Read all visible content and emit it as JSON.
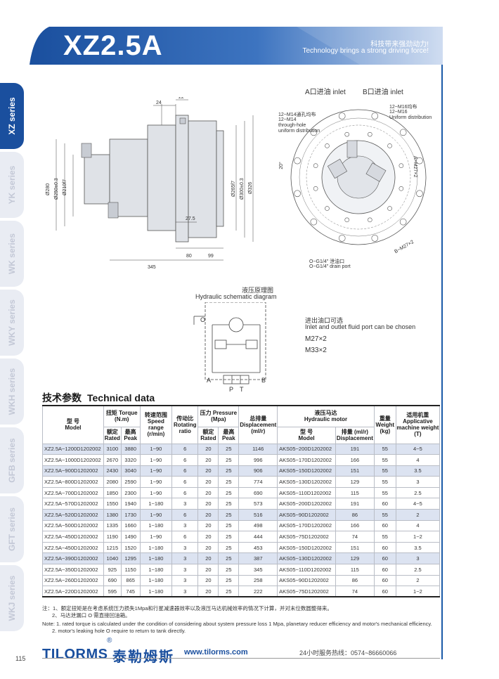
{
  "header": {
    "title": "XZ2.5A",
    "slogan_cn": "科技带来强劲动力!",
    "slogan_en": "Technology brings a strong driving force!"
  },
  "tabs": [
    {
      "label": "XZ series",
      "active": true
    },
    {
      "label": "YK series",
      "active": false
    },
    {
      "label": "WK series",
      "active": false
    },
    {
      "label": "WKY series",
      "active": false
    },
    {
      "label": "WKH series",
      "active": false
    },
    {
      "label": "GFB series",
      "active": false
    },
    {
      "label": "GFT series",
      "active": false
    },
    {
      "label": "WKJ series",
      "active": false
    }
  ],
  "side_drawing": {
    "dims": {
      "d24": "24",
      "d22": "22",
      "d280": "Ø280",
      "d250": "Ø250±0.3",
      "d210": "Ø210f7",
      "d265": "Ø265f7",
      "d300": "Ø300±0.3",
      "d326": "Ø326",
      "d27_5": "27.5",
      "d80": "80",
      "d99": "99",
      "d345": "345"
    }
  },
  "front_drawing": {
    "inlet_a": "A口进油 inlet",
    "inlet_b": "B口进油  inlet",
    "m16_cn": "12~M16均布",
    "m16_a": "12~M16",
    "m16_b": "Uniform distribution",
    "m14_cn": "12~M14通孔均布",
    "m14_a": "12~M14",
    "m14_b": "through-hole",
    "m14_c": "uniform distribution",
    "angle": "20°",
    "a_m27": "A~M27×2",
    "b_m27": "B~M27×2",
    "drain_cn": "O~G1/4\" 泄油口",
    "drain_en": "O~G1/4\" drain port"
  },
  "schematic": {
    "title_cn": "液压原理图",
    "title_en": "Hydraulic schematic diagram",
    "port_o": "O",
    "port_a": "A",
    "port_b": "B",
    "port_p": "P",
    "port_t": "T"
  },
  "ports_note": {
    "cn": "进出油口可选",
    "en": "Inlet and outlet fluid port can be chosen",
    "opt1": "M27×2",
    "opt2": "M33×2"
  },
  "technical": {
    "title_cn": "技术参数",
    "title_en": "Technical data",
    "headers": {
      "model_cn": "型  号",
      "model_en": "Model",
      "torque_cn": "扭矩 Torque",
      "torque_unit": "(N.m)",
      "rated_cn": "额定",
      "rated_en": "Rated",
      "peak_cn": "最高",
      "peak_en": "Peak",
      "speed_cn": "转速范围",
      "speed_en": "Speed range",
      "speed_unit": "(r/min)",
      "ratio_cn": "传动比",
      "ratio_en": "Rotating",
      "ratio_en2": "ratio",
      "pressure_cn": "压力 Pressure",
      "pressure_unit": "(Mpa)",
      "disp_cn": "总排量",
      "disp_en": "Displacement",
      "disp_unit": "(ml/r)",
      "motor_cn": "液压马达",
      "motor_en": "Hydraulic motor",
      "motor_model_cn": "型  号",
      "motor_model_en": "Model",
      "motor_disp_cn": "排量 (ml/r)",
      "motor_disp_en": "Displacement",
      "weight_cn": "重量",
      "weight_en": "Weight",
      "weight_unit": "(kg)",
      "app_cn": "适用机重",
      "app_en": "Applicative",
      "app_en2": "machine weight",
      "app_unit": "(T)"
    },
    "rows": [
      {
        "model": "XZ2.5A~1200D1202002",
        "rated": "3100",
        "peak": "3880",
        "speed": "1~90",
        "ratio": "6",
        "p_rated": "20",
        "p_peak": "25",
        "disp": "1146",
        "motor": "AKS05~200D1202002",
        "motor_disp": "191",
        "weight": "55",
        "app": "4~5",
        "hl": true
      },
      {
        "model": "XZ2.5A~1000D1202002",
        "rated": "2670",
        "peak": "3320",
        "speed": "1~90",
        "ratio": "6",
        "p_rated": "20",
        "p_peak": "25",
        "disp": "996",
        "motor": "AKS05~170D1202002",
        "motor_disp": "166",
        "weight": "55",
        "app": "4",
        "hl": false
      },
      {
        "model": "XZ2.5A~900D1202002",
        "rated": "2430",
        "peak": "3040",
        "speed": "1~90",
        "ratio": "6",
        "p_rated": "20",
        "p_peak": "25",
        "disp": "906",
        "motor": "AKS05~150D1202002",
        "motor_disp": "151",
        "weight": "55",
        "app": "3.5",
        "hl": true
      },
      {
        "model": "XZ2.5A~800D1202002",
        "rated": "2080",
        "peak": "2590",
        "speed": "1~90",
        "ratio": "6",
        "p_rated": "20",
        "p_peak": "25",
        "disp": "774",
        "motor": "AKS05~130D1202002",
        "motor_disp": "129",
        "weight": "55",
        "app": "3",
        "hl": false
      },
      {
        "model": "XZ2.5A~700D1202002",
        "rated": "1850",
        "peak": "2300",
        "speed": "1~90",
        "ratio": "6",
        "p_rated": "20",
        "p_peak": "25",
        "disp": "690",
        "motor": "AKS05~110D1202002",
        "motor_disp": "115",
        "weight": "55",
        "app": "2.5",
        "hl": false
      },
      {
        "model": "XZ2.5A~570D1202002",
        "rated": "1550",
        "peak": "1940",
        "speed": "1~180",
        "ratio": "3",
        "p_rated": "20",
        "p_peak": "25",
        "disp": "573",
        "motor": "AKS05~200D1202002",
        "motor_disp": "191",
        "weight": "60",
        "app": "4~5",
        "hl": false
      },
      {
        "model": "XZ2.5A~520D1202002",
        "rated": "1380",
        "peak": "1730",
        "speed": "1~90",
        "ratio": "6",
        "p_rated": "20",
        "p_peak": "25",
        "disp": "516",
        "motor": "AKS05~90D1202002",
        "motor_disp": "86",
        "weight": "55",
        "app": "2",
        "hl": true
      },
      {
        "model": "XZ2.5A~500D1202002",
        "rated": "1335",
        "peak": "1660",
        "speed": "1~180",
        "ratio": "3",
        "p_rated": "20",
        "p_peak": "25",
        "disp": "498",
        "motor": "AKS05~170D1202002",
        "motor_disp": "166",
        "weight": "60",
        "app": "4",
        "hl": false
      },
      {
        "model": "XZ2.5A~450D1202002",
        "rated": "1190",
        "peak": "1490",
        "speed": "1~90",
        "ratio": "6",
        "p_rated": "20",
        "p_peak": "25",
        "disp": "444",
        "motor": "AKS05~75D1202002",
        "motor_disp": "74",
        "weight": "55",
        "app": "1~2",
        "hl": false
      },
      {
        "model": "XZ2.5A~450D1202002",
        "rated": "1215",
        "peak": "1520",
        "speed": "1~180",
        "ratio": "3",
        "p_rated": "20",
        "p_peak": "25",
        "disp": "453",
        "motor": "AKS05~150D1202002",
        "motor_disp": "151",
        "weight": "60",
        "app": "3.5",
        "hl": false
      },
      {
        "model": "XZ2.5A~390D1202002",
        "rated": "1040",
        "peak": "1295",
        "speed": "1~180",
        "ratio": "3",
        "p_rated": "20",
        "p_peak": "25",
        "disp": "387",
        "motor": "AKS05~130D1202002",
        "motor_disp": "129",
        "weight": "60",
        "app": "3",
        "hl": true
      },
      {
        "model": "XZ2.5A~350D1202002",
        "rated": "925",
        "peak": "1150",
        "speed": "1~180",
        "ratio": "3",
        "p_rated": "20",
        "p_peak": "25",
        "disp": "345",
        "motor": "AKS05~110D1202002",
        "motor_disp": "115",
        "weight": "60",
        "app": "2.5",
        "hl": false
      },
      {
        "model": "XZ2.5A~260D1202002",
        "rated": "690",
        "peak": "865",
        "speed": "1~180",
        "ratio": "3",
        "p_rated": "20",
        "p_peak": "25",
        "disp": "258",
        "motor": "AKS05~90D1202002",
        "motor_disp": "86",
        "weight": "60",
        "app": "2",
        "hl": false
      },
      {
        "model": "XZ2.5A~220D1202002",
        "rated": "595",
        "peak": "745",
        "speed": "1~180",
        "ratio": "3",
        "p_rated": "20",
        "p_peak": "25",
        "disp": "222",
        "motor": "AKS05~75D1202002",
        "motor_disp": "74",
        "weight": "60",
        "app": "1~2",
        "hl": false
      }
    ]
  },
  "notes": {
    "cn1": "注：1、额定扭矩是在考虑系统压力损失1Mpa和行星减速器效率以及液压马达机械效率的情况下计算，并对末位数圆整得来。",
    "cn2": "2、马达泄漏口 O 需直接回油箱。",
    "en1": "Note: 1. rated torque is calculated under the condition of considering about system pressure loss 1 Mpa, planetary reducer efficiency and motor's mechanical efficiency.",
    "en2": "2. motor's leaking hole  O  require to return to tank directly."
  },
  "footer": {
    "page": "115",
    "logo_en": "TILORMS",
    "reg": "®",
    "logo_cn": "泰勒姆斯",
    "website": "www.tilorms.com",
    "hotline": "24小时服务热线：0574~86660066"
  },
  "colors": {
    "brand": "#1a4f9e",
    "row_highlight": "#dce3f1"
  }
}
